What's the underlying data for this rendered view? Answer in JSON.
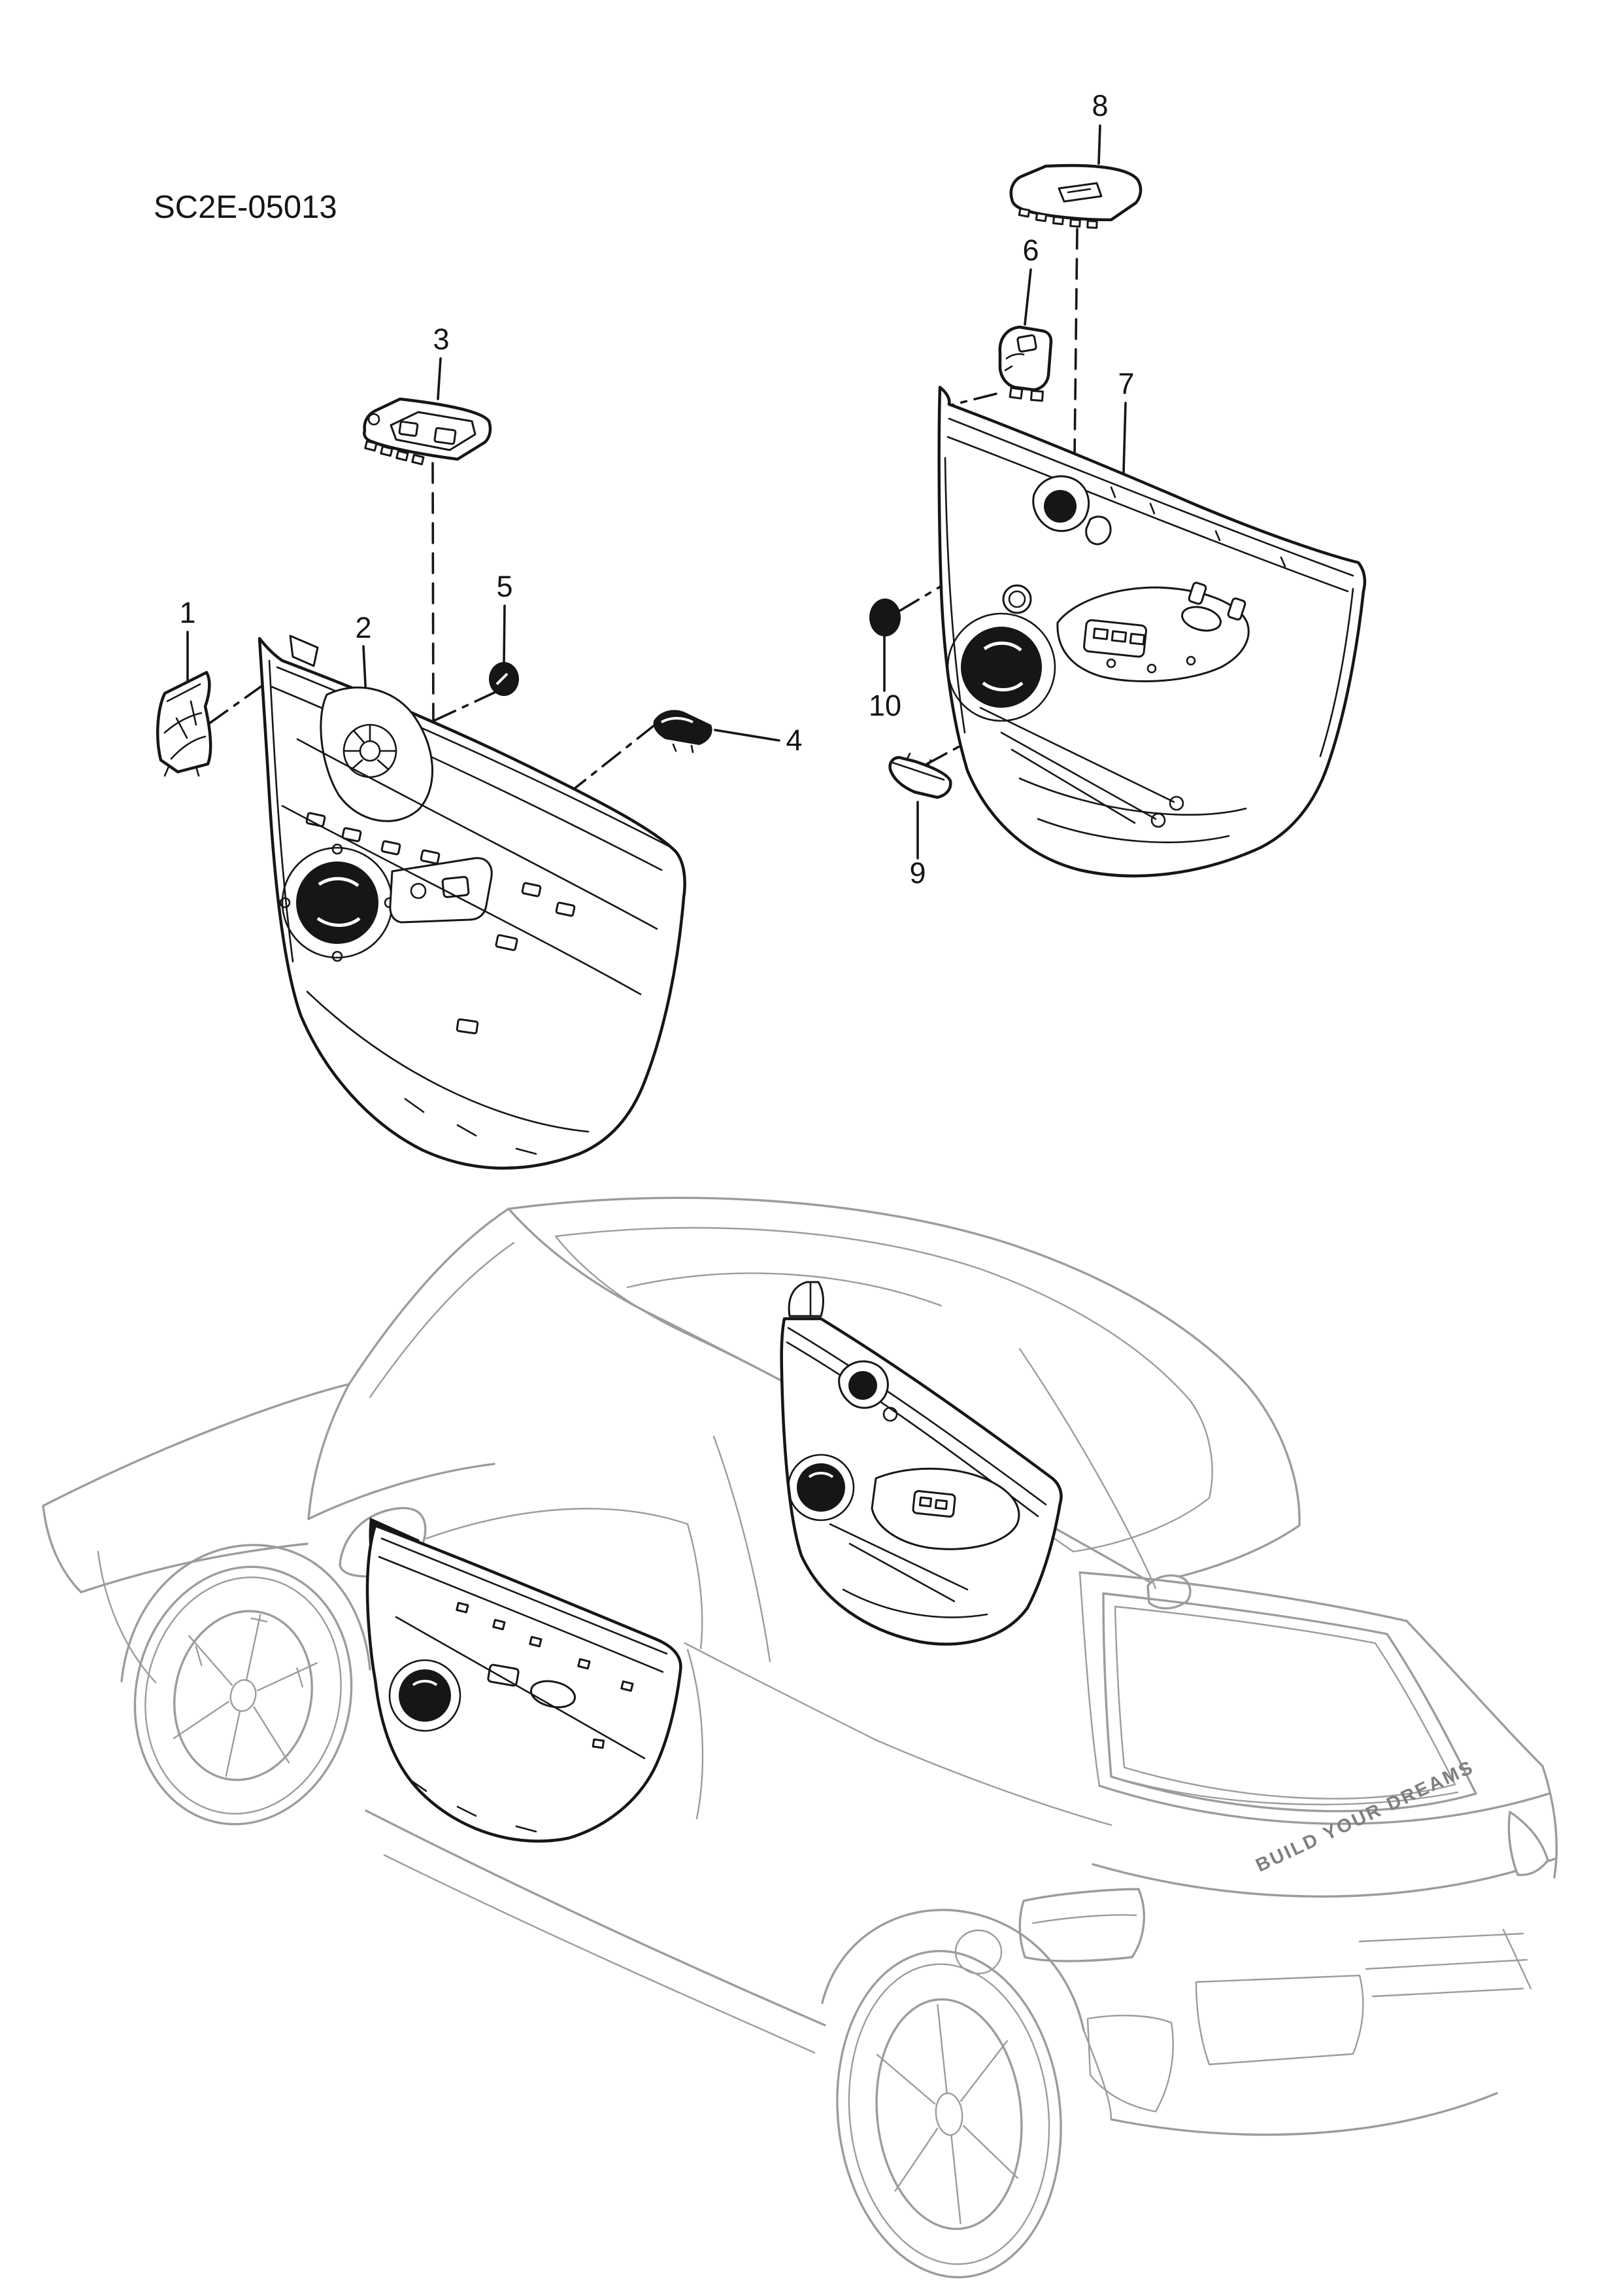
{
  "title": "SC2E-05013",
  "badge": "BUILD YOUR DREAMS",
  "callouts": {
    "c1": "1",
    "c2": "2",
    "c3": "3",
    "c4": "4",
    "c5": "5",
    "c6": "6",
    "c7": "7",
    "c8": "8",
    "c9": "9",
    "c10": "10"
  },
  "colors": {
    "part_line": "#161616",
    "car_line": "#9c9c9c",
    "background": "#ffffff",
    "badge_gray": "#7f7f7f"
  }
}
